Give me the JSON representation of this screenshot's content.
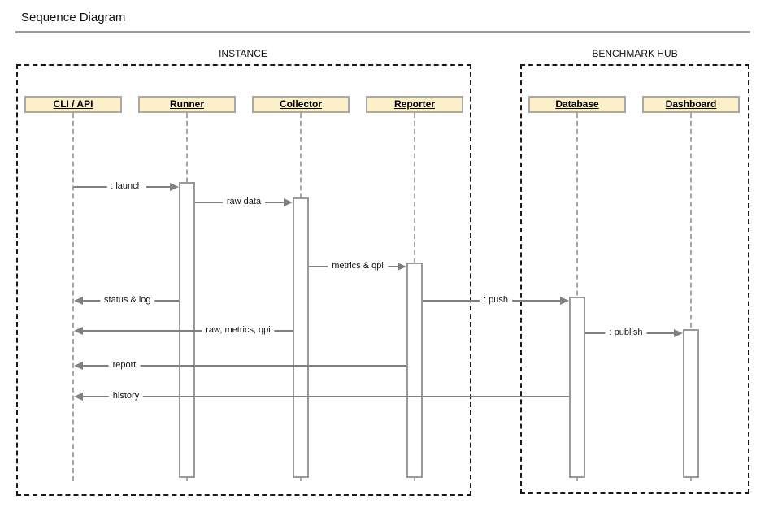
{
  "title": "Sequence Diagram",
  "frames": [
    {
      "label": "INSTANCE"
    },
    {
      "label": "BENCHMARK HUB"
    }
  ],
  "participants": [
    {
      "label": "CLI / API",
      "frame": "INSTANCE"
    },
    {
      "label": "Runner",
      "frame": "INSTANCE"
    },
    {
      "label": "Collector",
      "frame": "INSTANCE"
    },
    {
      "label": "Reporter",
      "frame": "INSTANCE"
    },
    {
      "label": "Database",
      "frame": "BENCHMARK HUB"
    },
    {
      "label": "Dashboard",
      "frame": "BENCHMARK HUB"
    }
  ],
  "messages": [
    {
      "label": ": launch",
      "from": "CLI / API",
      "to": "Runner",
      "direction": "right"
    },
    {
      "label": "raw data",
      "from": "Runner",
      "to": "Collector",
      "direction": "right"
    },
    {
      "label": "metrics & qpi",
      "from": "Collector",
      "to": "Reporter",
      "direction": "right"
    },
    {
      "label": "status & log",
      "from": "Runner",
      "to": "CLI / API",
      "direction": "left"
    },
    {
      "label": ": push",
      "from": "Reporter",
      "to": "Database",
      "direction": "right"
    },
    {
      "label": "raw, metrics, qpi",
      "from": "Collector",
      "to": "CLI / API",
      "direction": "left"
    },
    {
      "label": ": publish",
      "from": "Database",
      "to": "Dashboard",
      "direction": "right"
    },
    {
      "label": "report",
      "from": "Reporter",
      "to": "CLI / API",
      "direction": "left"
    },
    {
      "label": "history",
      "from": "Database",
      "to": "CLI / API",
      "direction": "left"
    }
  ],
  "colors": {
    "participant_fill": "#FBF0C9",
    "participant_border": "#A9A9A9",
    "message_line": "#808080",
    "lifeline": "#A6A6A6",
    "frame_border": "#1A1A1A",
    "title_rule": "#999999"
  }
}
